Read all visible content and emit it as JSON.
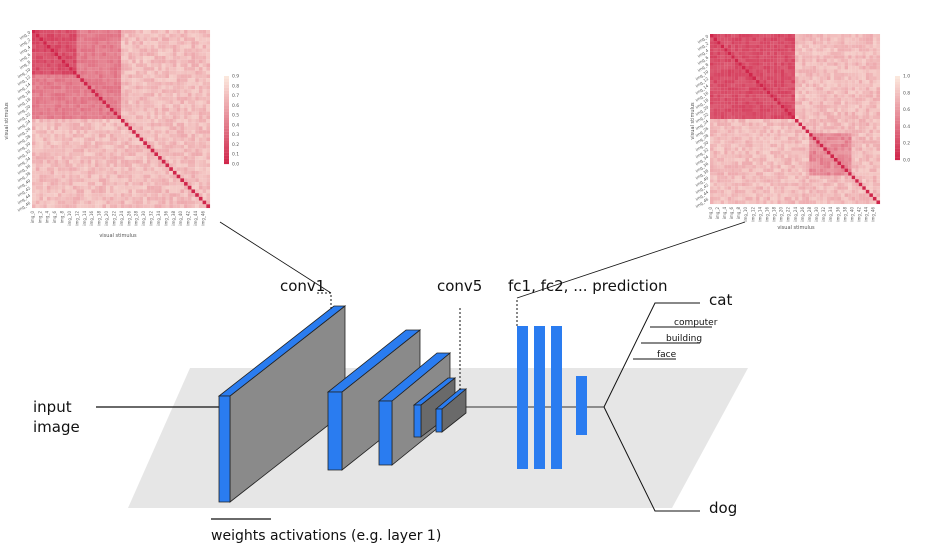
{
  "labels": {
    "input_line1": "input",
    "input_line2": "image",
    "conv1": "conv1",
    "conv5": "conv5",
    "fc": "fc1, fc2, ... prediction",
    "weights": "weights activations (e.g. layer 1)"
  },
  "outputs": {
    "cat": "cat",
    "computer": "computer",
    "building": "building",
    "face": "face",
    "dog": "dog"
  },
  "heatmaps": {
    "axis_label": "visual stimulus",
    "left": {
      "ticks": [
        "img_0",
        "img_2",
        "img_4",
        "img_6",
        "img_8",
        "img_10",
        "img_12",
        "img_14",
        "img_16",
        "img_18",
        "img_20",
        "img_22",
        "img_24",
        "img_26",
        "img_28",
        "img_30",
        "img_32",
        "img_34",
        "img_36",
        "img_38",
        "img_40",
        "img_42",
        "img_44",
        "img_46"
      ],
      "colorbar": [
        "0.9",
        "0.8",
        "0.7",
        "0.6",
        "0.5",
        "0.4",
        "0.3",
        "0.2",
        "0.1",
        "0.0"
      ],
      "cluster_a": 12,
      "cluster_b": 24
    },
    "right": {
      "ticks": [
        "img_0",
        "img_2",
        "img_4",
        "img_6",
        "img_8",
        "img_10",
        "img_12",
        "img_14",
        "img_16",
        "img_18",
        "img_20",
        "img_22",
        "img_24",
        "img_26",
        "img_28",
        "img_30",
        "img_32",
        "img_34",
        "img_36",
        "img_38",
        "img_40",
        "img_42",
        "img_44",
        "img_46"
      ],
      "colorbar": [
        "1.0",
        "0.8",
        "0.6",
        "0.4",
        "0.2",
        "0.0"
      ],
      "cluster_a": 24,
      "cluster_b": 24
    }
  },
  "colors": {
    "layer_blue": "#2a7cf0",
    "layer_gray": "#8a8a8a",
    "layer_dark": "#6a6a6a",
    "plane": "#e6e6e6",
    "heat_high": "#d0264b",
    "heat_low": "#fbe7dc"
  }
}
